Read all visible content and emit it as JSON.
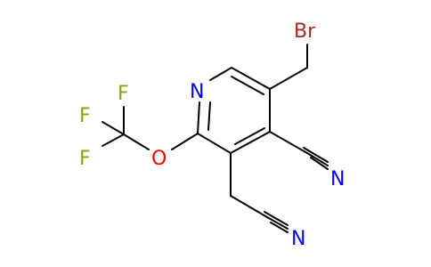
{
  "molecule": {
    "atoms": {
      "br": {
        "label": "Br",
        "color": "#A52A2A"
      },
      "n_ring": {
        "label": "N",
        "color": "#0000FF"
      },
      "o": {
        "label": "O",
        "color": "#FF0000"
      },
      "f1": {
        "label": "F",
        "color": "#7FAA00"
      },
      "f2": {
        "label": "F",
        "color": "#7FAA00"
      },
      "f3": {
        "label": "F",
        "color": "#7FAA00"
      },
      "n_nitrile_ring": {
        "label": "N",
        "color": "#0000FF"
      },
      "n_nitrile_chain": {
        "label": "N",
        "color": "#0000FF"
      }
    },
    "bond_color": "#000000"
  }
}
